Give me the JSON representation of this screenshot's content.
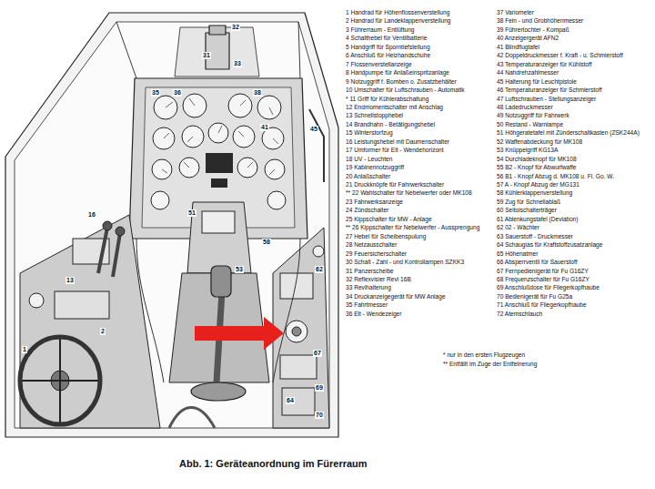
{
  "diagram": {
    "caption": "Abb. 1: Geräteanordnung im Fürerraum",
    "labels": [
      "31",
      "32",
      "33",
      "45",
      "35",
      "36",
      "38",
      "41",
      "51",
      "53",
      "16",
      "13",
      "1",
      "2",
      "58",
      "62",
      "64",
      "67",
      "69",
      "70",
      "1 Handrad für Höhenflossenverstellung",
      "2 Handrad für Landeklappenverstellung",
      "3 Führerraum - Entlüftung",
      "4 Schalthebel für Ventilbatterie",
      "5 Handgriff für Sporntiefstellung",
      "6 Anschluß für Heizhandschuhe",
      "7 Flossenverstellanzeige",
      "8 Handpumpe für Anlaßeinspritzanlage",
      "9 Notzuggriff f. Bomben o. Zusatzbehälter",
      "10 Umschalter für Luftschrauben - Automatik",
      "* 11 Griff für Kühlerabschaltung",
      "12 Endmomentschalter mit Anschlag",
      "13 Schnellstopphebel",
      "14 Brandhahn - Betätigungshebel",
      "15 Winterstorfzug",
      "16 Leistungshebel mit Daumenschalter",
      "17 Umformer für Elt - Wendehorizont",
      "18 UV - Leuchten",
      "19 Kabinennotzuggriff",
      "20 Anlaßschalter",
      "21 Druckknöpfe für Fahrwerkschalter",
      "** 22 Wahlschalter für Nebelwerfer oder MK108",
      "23 Fahrwerksanzeige",
      "24 Zündschalter",
      "25 Kippschalter für MW - Anlage",
      "** 26 Kippschalter für Nebelwerfer - Aussprengung",
      "27 Hebel für Scheibenspulung",
      "28 Netzausschalter",
      "29 Feuersicherschalter",
      "30 Schalt - Zahl - und Kontrollampen SZKK3",
      "31 Panzerscheibe",
      "32 Reflexvisier Revi 16B",
      "33 Revihalterung",
      "34 Druckanzeigegerät für MW Anlage",
      "35 Fahrtmesser",
      "36 Elt - Wendezeiger",
      "37 Variometer",
      "38 Fein - und Grobhöhenmesser",
      "39 Führertochter - Kompaß",
      "40 Anzeigergerät AFN2",
      "41 Blindflugtafel",
      "42 Doppeldruckmesser f. Kraft - u. Schmierstoff",
      "43 Temperaturanzeiger für Kühlstoff",
      "44 Nahdrehzahlmesser",
      "45 Halterung für Leuchtpistole",
      "46 Temperaturanzeiger für Schmierstoff",
      "47 Luftschrauben - Stellungsanzeiger",
      "48 Ladedruckmesser",
      "49 Notzuggriff für Fahrwerk",
      "50 Restand - Warnlampe",
      "51 Höhgeratetafel mit Zünderschaltkasten (ZSK244A)",
      "52 Waffenabdeckung für MK108",
      "53 Knüppelgriff KG13A",
      "54 Durchladeknopf für MK108",
      "55 B2 - Knopf für Abwurfwaffe",
      "56 B1 - Knopf Abzug d. MK108 u. Fl. Go. W.",
      "57 A - Knopf Abzug der MG131",
      "58 Kühlerklappenverstellung",
      "59 Zug für Schnellablaß",
      "60 Seitolschalterträger",
      "61 Ablenkungstafel (Deviation)",
      "62 02 - Wächter",
      "63 Sauerstoff - Druckmesser",
      "64 Schaugias für Kraftstoffzusatzanlage",
      "65 Höhenatmer",
      "66 Absperrventil für Sauerstoff",
      "67 Fernpedienigerät für Fu G16ZY",
      "68 Frequenzschalter für Fu G16ZY",
      "69 Anschlußdose für Fliegerkopfhaube",
      "70 Bedienigerät für Fu G25a",
      "71 Anschluß für Fliegerkopfhaube",
      "72 Atemschlauch",
      "* nur in den ersten Flugzeugen",
      "** Entfällt im Zuge der Entfeinerung"
    ]
  }
}
